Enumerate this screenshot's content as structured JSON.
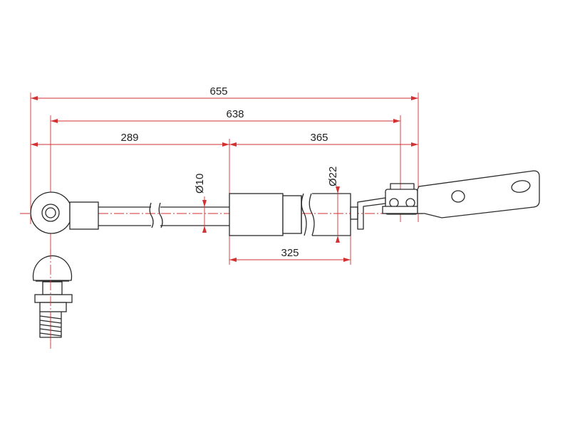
{
  "dimensions": {
    "overall_length": "655",
    "length_to_bracket": "638",
    "rod_length": "289",
    "cylinder_length": "365",
    "body_length": "325",
    "rod_diameter": "Ø10",
    "body_diameter": "Ø22"
  },
  "colors": {
    "outline": "#2a2a2a",
    "dimension_lines": "#d23232",
    "background": "#ffffff"
  }
}
